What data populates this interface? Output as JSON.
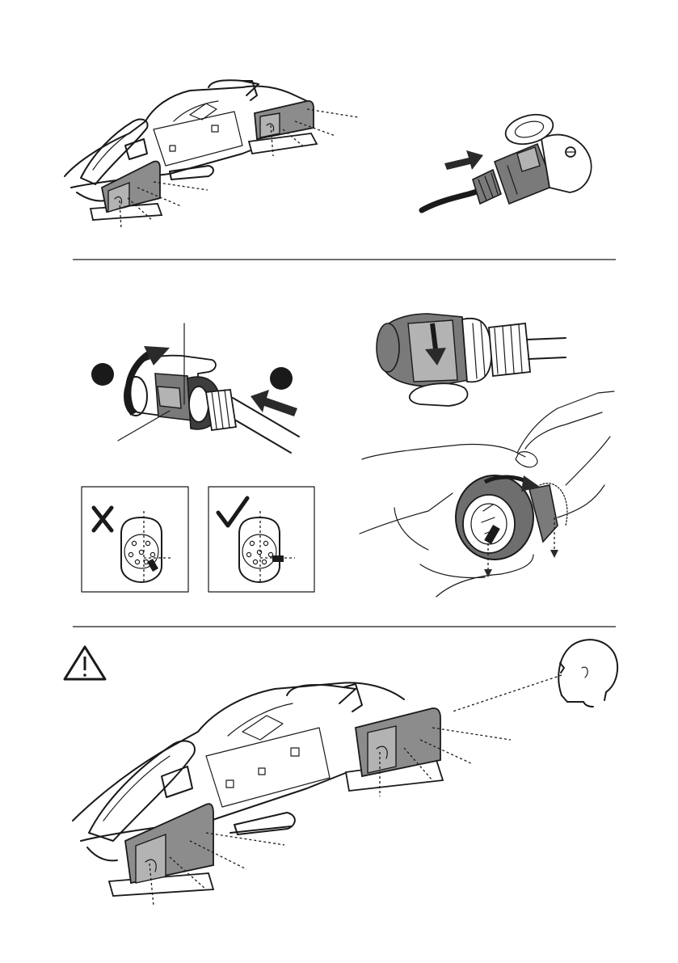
{
  "document": {
    "kind": "installation-manual-illustration-page",
    "sections": [
      "bike-carrier-lights",
      "plug-connection",
      "light-check"
    ]
  },
  "icons": {
    "warning": "warning-triangle-icon",
    "wrong": "cross-mark-icon",
    "correct": "check-mark-icon",
    "push_arrow": "push-arrow-icon",
    "rotate_arrow": "rotate-arrow-icon",
    "step_one_marker": "step-marker-icon",
    "step_two_marker": "step-marker-icon"
  },
  "colors": {
    "ink": "#1a1a1a",
    "lamp_gray": "#8c8c8c",
    "paper": "#ffffff"
  }
}
